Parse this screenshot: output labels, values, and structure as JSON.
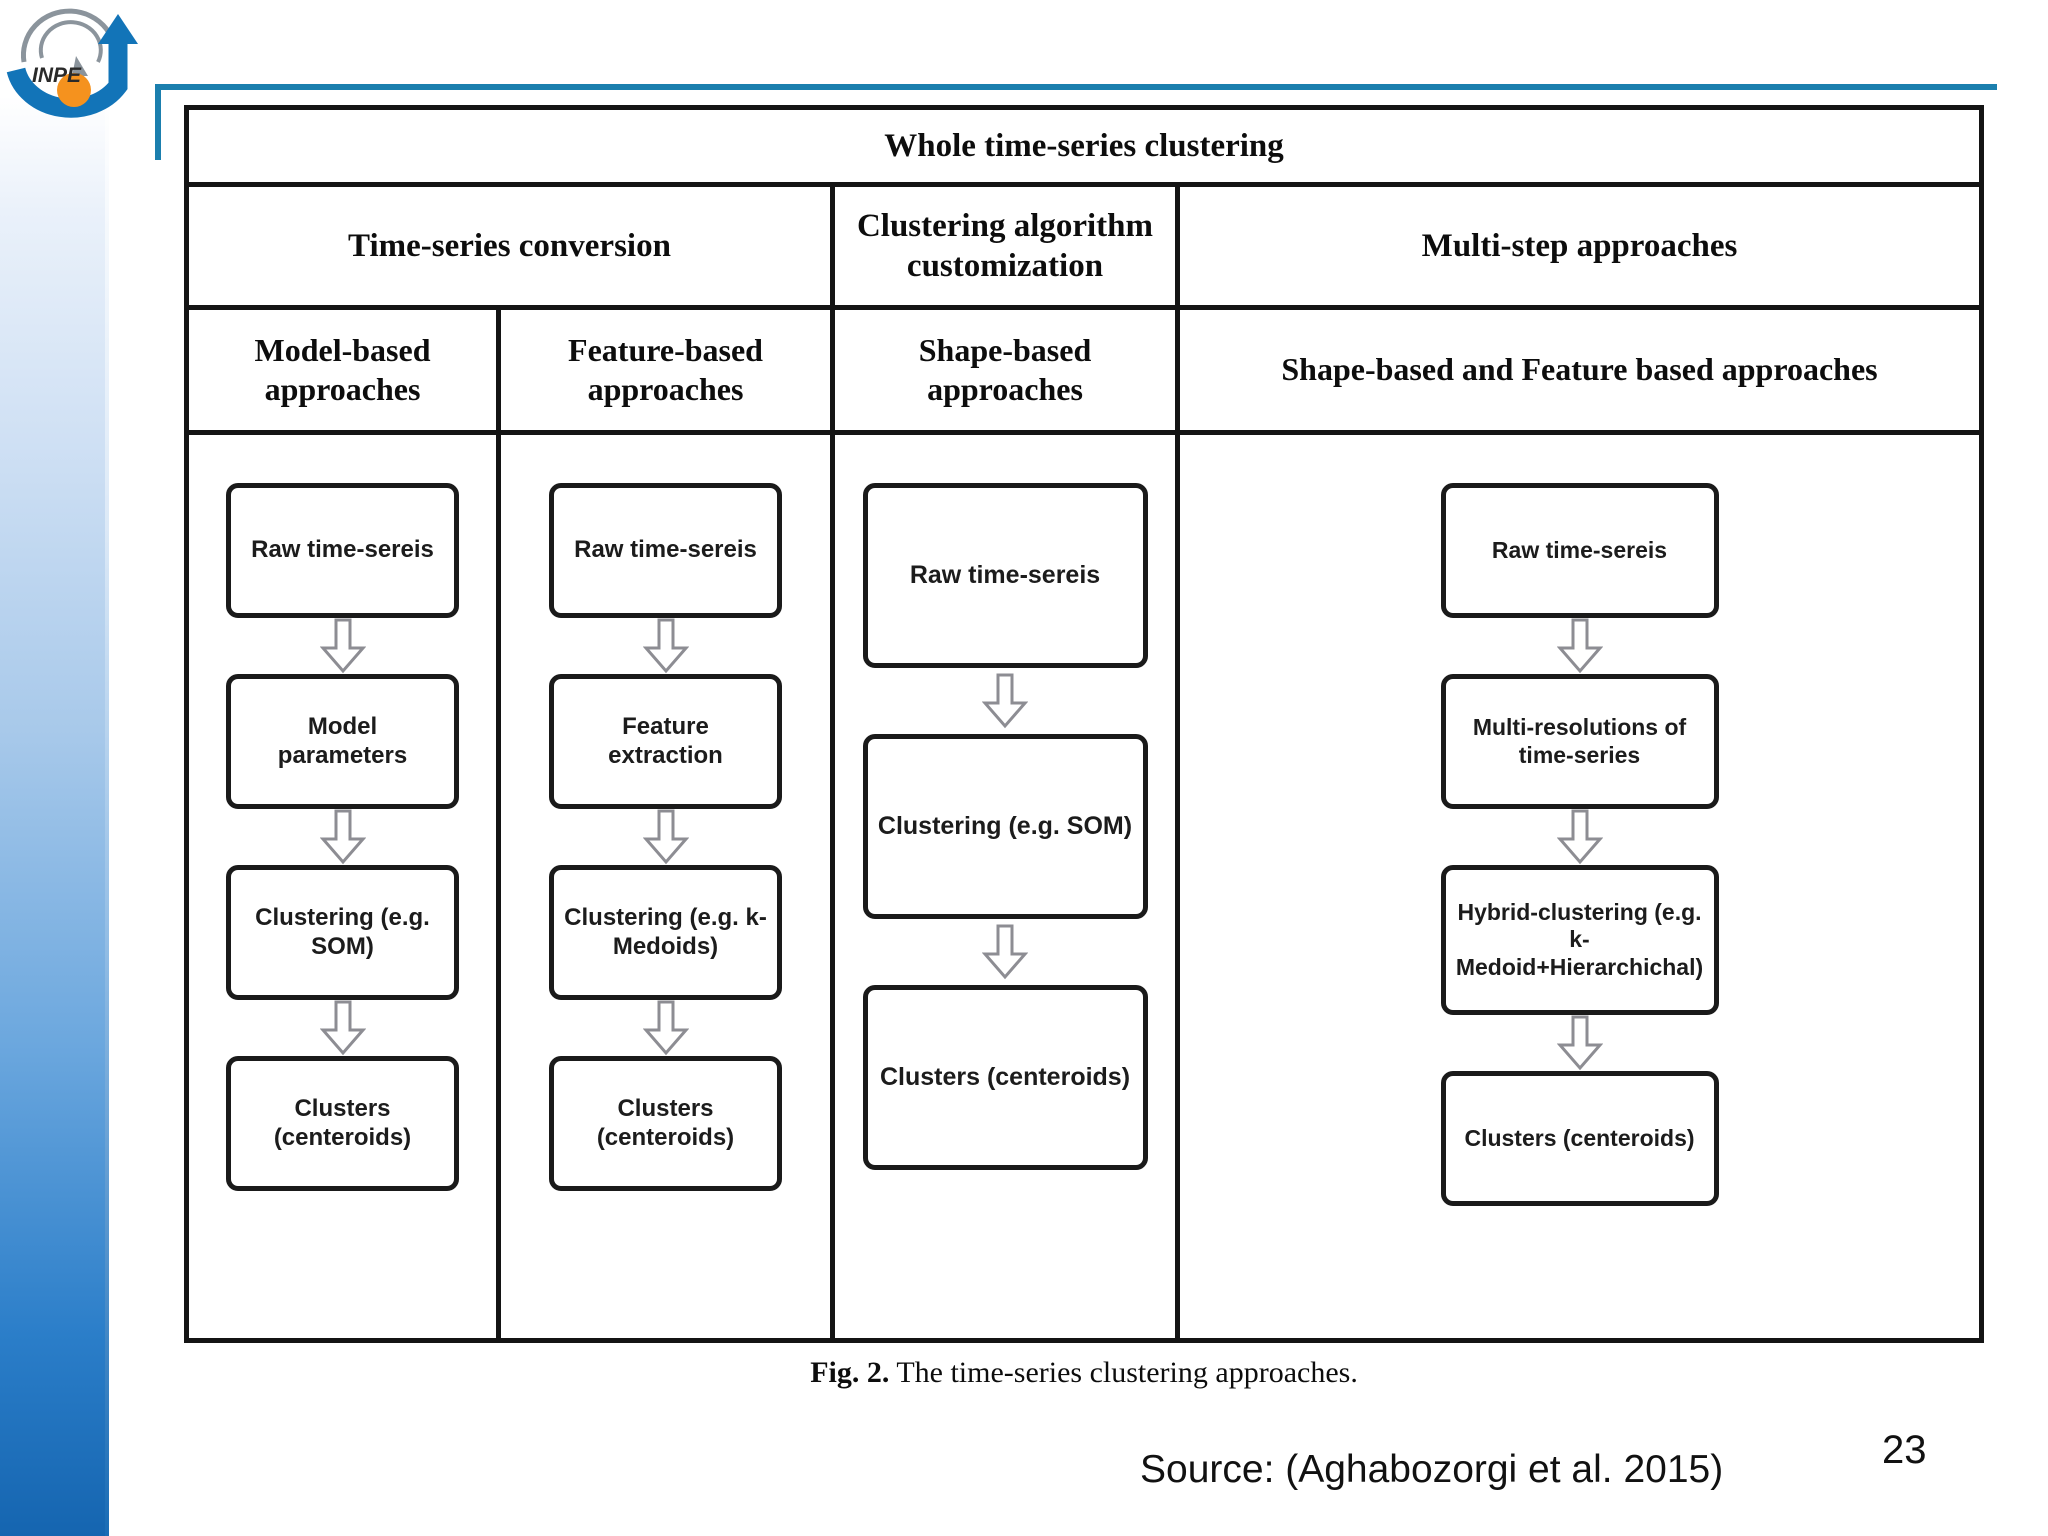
{
  "slide": {
    "page_number": "23",
    "source_note": "Source: (Aghabozorgi et al. 2015)",
    "logo_name": "INPE",
    "accent_color": "#1b7fae",
    "sidebar_color_top": "#ffffff",
    "sidebar_color_bottom": "#1565b0"
  },
  "figure": {
    "caption_label": "Fig. 2.",
    "caption_text": "The time-series clustering approaches.",
    "title": "Whole time-series clustering",
    "tier2": [
      {
        "label": "Time-series conversion"
      },
      {
        "label": "Clustering algorithm customization"
      },
      {
        "label": "Multi-step approaches"
      }
    ],
    "tier3": [
      {
        "label": "Model-based approaches"
      },
      {
        "label": "Feature-based approaches"
      },
      {
        "label": "Shape-based approaches"
      },
      {
        "label": "Shape-based and Feature based approaches"
      }
    ],
    "flows": [
      {
        "column": "model-based",
        "nodes": [
          "Raw time-sereis",
          "Model parameters",
          "Clustering (e.g. SOM)",
          "Clusters (centeroids)"
        ]
      },
      {
        "column": "feature-based",
        "nodes": [
          "Raw time-sereis",
          "Feature extraction",
          "Clustering (e.g. k-Medoids)",
          "Clusters (centeroids)"
        ]
      },
      {
        "column": "shape-based",
        "nodes": [
          "Raw time-sereis",
          "Clustering (e.g. SOM)",
          "Clusters (centeroids)"
        ]
      },
      {
        "column": "shape-and-feature-based",
        "nodes": [
          "Raw time-sereis",
          "Multi-resolutions of time-series",
          "Hybrid-clustering (e.g. k-Medoid+Hierarchichal)",
          "Clusters (centeroids)"
        ]
      }
    ]
  }
}
